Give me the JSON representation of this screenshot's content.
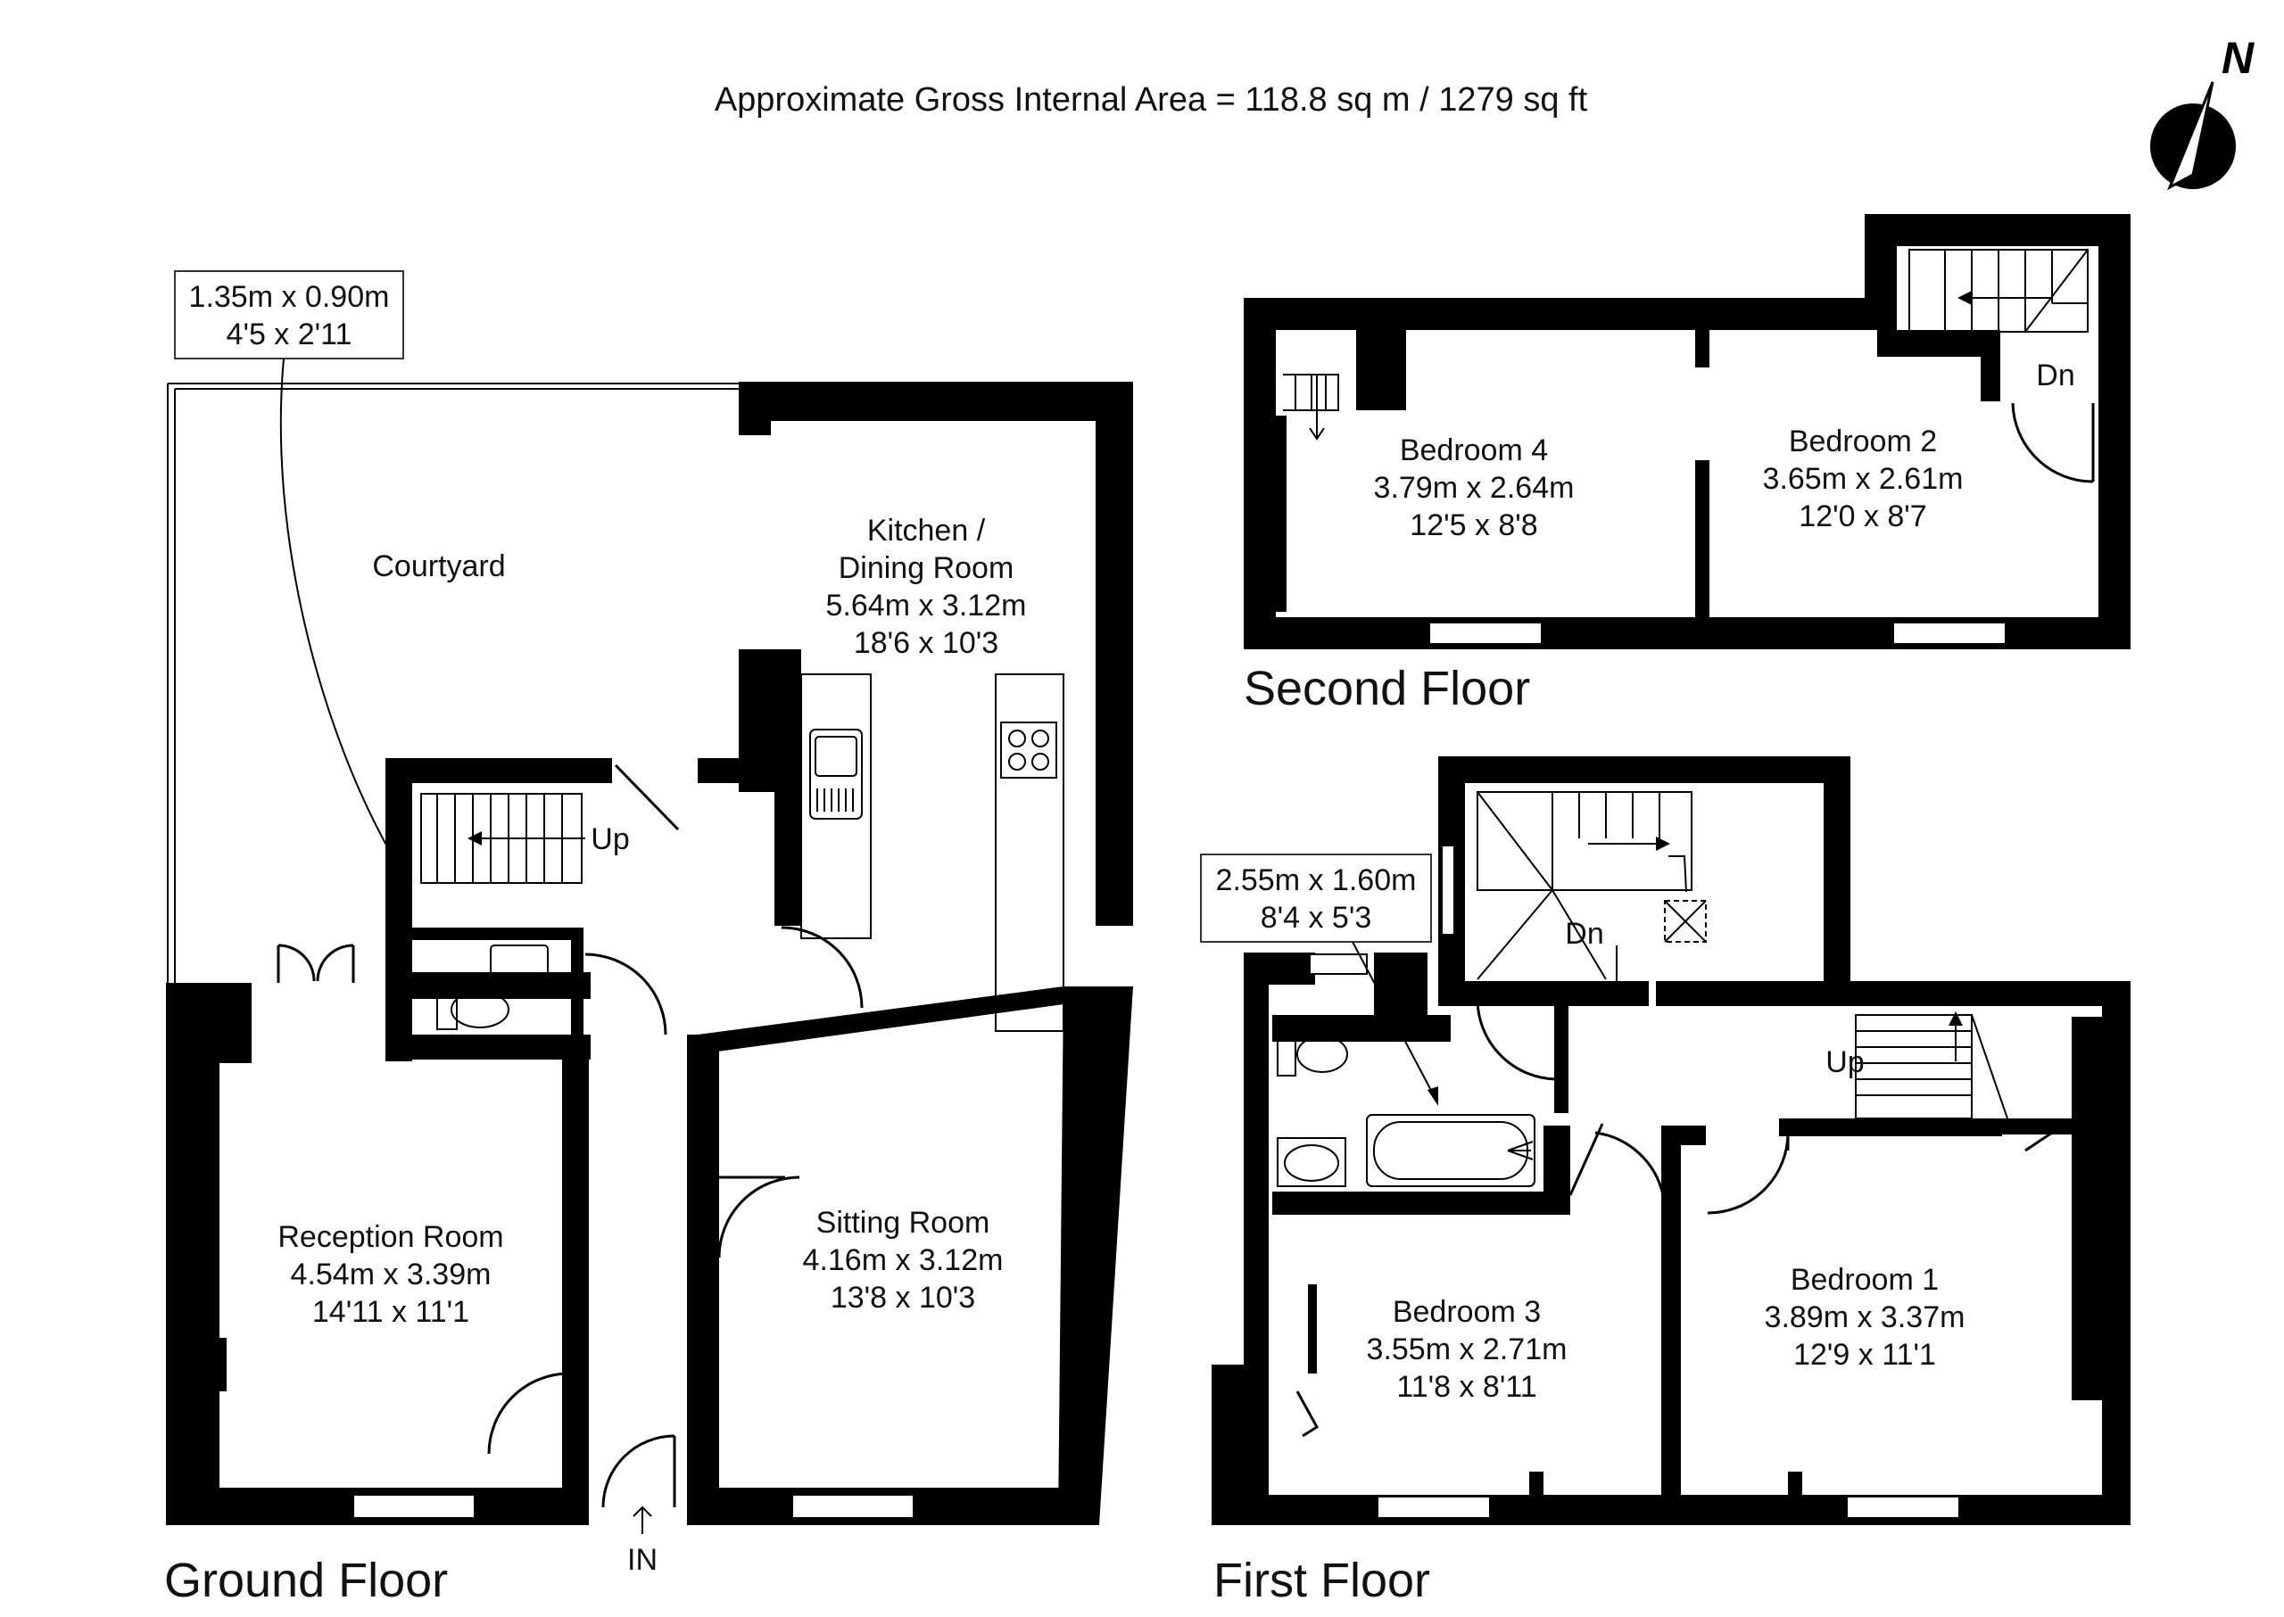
{
  "title": "Approximate Gross Internal Area = 118.8 sq m / 1279 sq ft",
  "compass": {
    "label": "N",
    "icon": "north-arrow-icon"
  },
  "floors": {
    "ground": "Ground Floor",
    "first": "First Floor",
    "second": "Second Floor"
  },
  "rooms": {
    "courtyard": {
      "name": "Courtyard"
    },
    "kitchen": {
      "name1": "Kitchen /",
      "name2": "Dining Room",
      "metric": "5.64m x 3.12m",
      "imperial": "18'6 x 10'3"
    },
    "reception": {
      "name": "Reception Room",
      "metric": "4.54m x 3.39m",
      "imperial": "14'11 x 11'1"
    },
    "sitting": {
      "name": "Sitting Room",
      "metric": "4.16m x 3.12m",
      "imperial": "13'8 x 10'3"
    },
    "bedroom4": {
      "name": "Bedroom 4",
      "metric": "3.79m x 2.64m",
      "imperial": "12'5 x 8'8"
    },
    "bedroom2": {
      "name": "Bedroom 2",
      "metric": "3.65m x 2.61m",
      "imperial": "12'0 x 8'7"
    },
    "bedroom3": {
      "name": "Bedroom 3",
      "metric": "3.55m x 2.71m",
      "imperial": "11'8 x 8'11"
    },
    "bedroom1": {
      "name": "Bedroom 1",
      "metric": "3.89m x 3.37m",
      "imperial": "12'9 x 11'1"
    }
  },
  "callouts": {
    "wc": {
      "metric": "1.35m x 0.90m",
      "imperial": "4'5 x 2'11"
    },
    "bathroom": {
      "metric": "2.55m x 1.60m",
      "imperial": "8'4 x 5'3"
    }
  },
  "stairs": {
    "ground_up": "Up",
    "first_up": "Up",
    "first_dn": "Dn",
    "second_dn": "Dn"
  },
  "entrance": "IN"
}
